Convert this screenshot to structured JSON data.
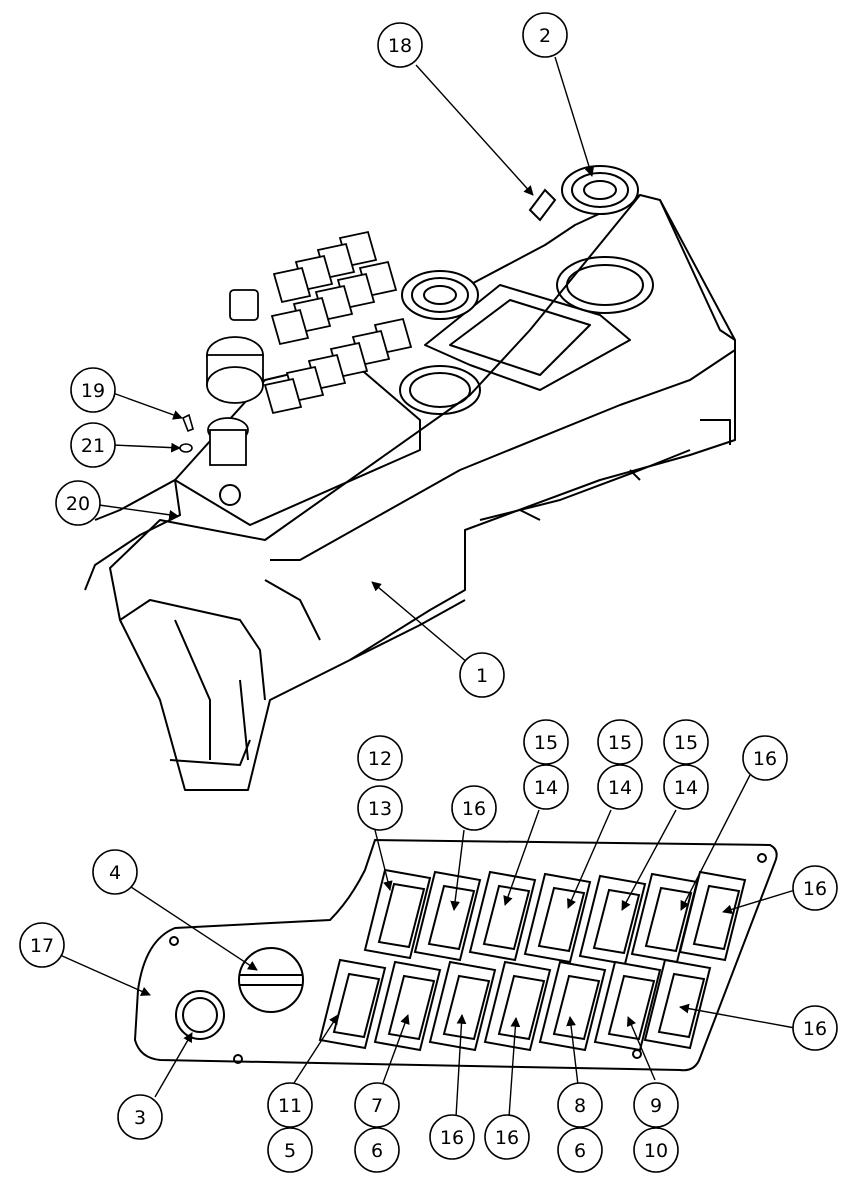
{
  "diagram": {
    "callouts": [
      {
        "id": "c18",
        "label": "18"
      },
      {
        "id": "c2",
        "label": "2"
      },
      {
        "id": "c19",
        "label": "19"
      },
      {
        "id": "c21",
        "label": "21"
      },
      {
        "id": "c20",
        "label": "20"
      },
      {
        "id": "c1",
        "label": "1"
      },
      {
        "id": "c12",
        "label": "12"
      },
      {
        "id": "c13",
        "label": "13"
      },
      {
        "id": "c16a",
        "label": "16"
      },
      {
        "id": "c15a",
        "label": "15"
      },
      {
        "id": "c14a",
        "label": "14"
      },
      {
        "id": "c15b",
        "label": "15"
      },
      {
        "id": "c14b",
        "label": "14"
      },
      {
        "id": "c15c",
        "label": "15"
      },
      {
        "id": "c14c",
        "label": "14"
      },
      {
        "id": "c16b",
        "label": "16"
      },
      {
        "id": "c16c",
        "label": "16"
      },
      {
        "id": "c4",
        "label": "4"
      },
      {
        "id": "c17",
        "label": "17"
      },
      {
        "id": "c16d",
        "label": "16"
      },
      {
        "id": "c3",
        "label": "3"
      },
      {
        "id": "c11",
        "label": "11"
      },
      {
        "id": "c5",
        "label": "5"
      },
      {
        "id": "c7",
        "label": "7"
      },
      {
        "id": "c6a",
        "label": "6"
      },
      {
        "id": "c16e",
        "label": "16"
      },
      {
        "id": "c16f",
        "label": "16"
      },
      {
        "id": "c8",
        "label": "8"
      },
      {
        "id": "c6b",
        "label": "6"
      },
      {
        "id": "c9",
        "label": "9"
      },
      {
        "id": "c10",
        "label": "10"
      }
    ],
    "line_color": "#000000",
    "background": "#ffffff"
  }
}
